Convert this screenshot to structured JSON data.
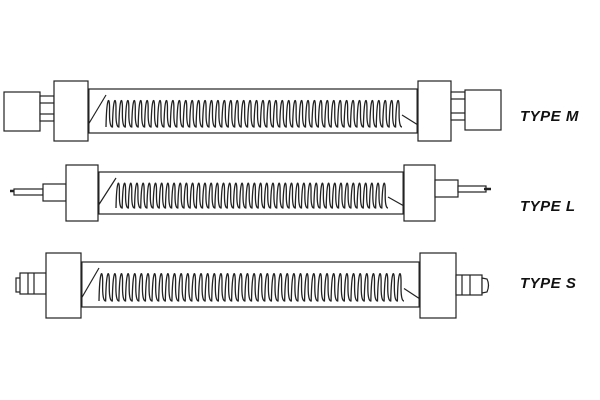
{
  "elements": [
    {
      "label": "TYPE M",
      "terminal": "cap"
    },
    {
      "label": "TYPE L",
      "terminal": "wire"
    },
    {
      "label": "TYPE S",
      "terminal": "screw"
    }
  ],
  "colors": {
    "line": "#222222",
    "background": "#ffffff"
  }
}
